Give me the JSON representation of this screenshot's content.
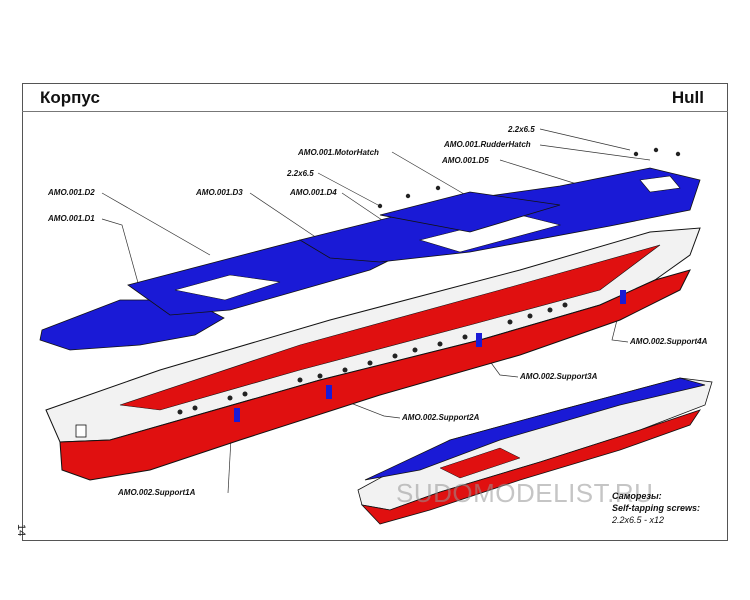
{
  "header": {
    "title_ru": "Корпус",
    "title_en": "Hull"
  },
  "page_number": "14",
  "watermark": "SUDOMODELIST.RU",
  "labels": {
    "screw_a": "2.2x6.5",
    "rudder_hatch": "AMO.001.RudderHatch",
    "motor_hatch": "AMO.001.MotorHatch",
    "d5": "AMO.001.D5",
    "screw_b": "2.2x6.5",
    "d4": "AMO.001.D4",
    "d3": "AMO.001.D3",
    "d2": "AMO.001.D2",
    "d1": "AMO.001.D1",
    "support4a": "AMO.002.Support4A",
    "support3a": "AMO.002.Support3A",
    "support2a": "AMO.002.Support2A",
    "support1a": "AMO.002.Support1A"
  },
  "screws_note": {
    "title_ru": "Саморезы:",
    "title_en": "Self-tapping screws:",
    "spec": "2.2x6.5 - x12"
  },
  "colors": {
    "deck_blue": "#1a1ad6",
    "hull_red": "#e01010",
    "hull_white": "#f2f2f2",
    "outline": "#111111"
  }
}
